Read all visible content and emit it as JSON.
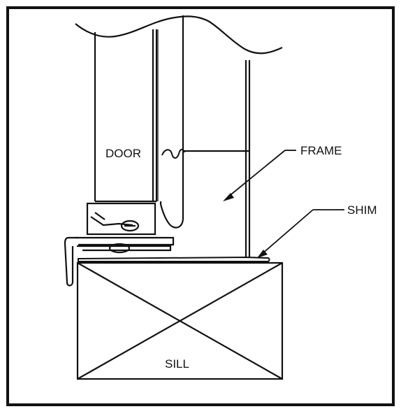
{
  "labels": {
    "door": "DOOR",
    "frame": "FRAME",
    "shim": "SHIM",
    "sill": "SILL"
  },
  "colors": {
    "stroke": "#111111",
    "background": "#ffffff"
  }
}
